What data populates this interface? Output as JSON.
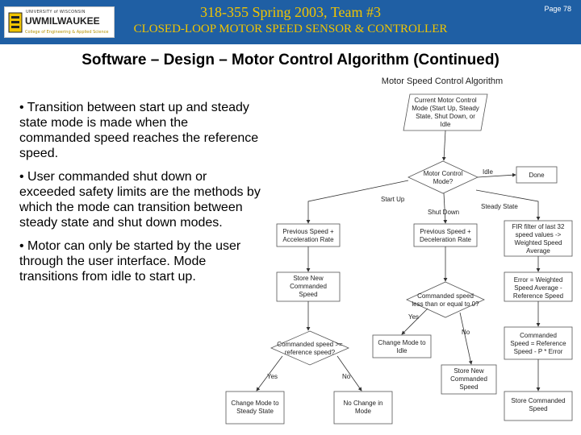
{
  "header": {
    "title": "318-355 Spring 2003, Team #3",
    "subtitle": "CLOSED-LOOP MOTOR SPEED SENSOR & CONTROLLER",
    "page": "Page 78",
    "logo": {
      "top": "UNIVERSITY of WISCONSIN",
      "name": "UWMILWAUKEE",
      "college": "College of Engineering & Applied Science"
    }
  },
  "slide_title": "Software – Design – Motor Control Algorithm (Continued)",
  "bullets": [
    "• Transition between start up and steady state mode is made when the commanded speed reaches the reference speed.",
    "• User commanded shut down or exceeded safety limits are the methods by which the mode can transition between steady state and shut down modes.",
    "• Motor can only be started by the user through the user interface. Mode transitions from idle to start up."
  ],
  "flowchart": {
    "title": "Motor Speed Control Algorithm",
    "nodes": {
      "current_mode": [
        "Current Motor Control",
        "Mode (Start Up, Steady",
        "State, Shut Down, or",
        "Idle"
      ],
      "decision_mode": [
        "Motor Control",
        "Mode?"
      ],
      "done": "Done",
      "prev_plus": [
        "Previous Speed +",
        "Acceleration Rate"
      ],
      "prev_minus": [
        "Previous Speed +",
        "Deceleration Rate"
      ],
      "fir": [
        "FIR filter of last 32",
        "speed values ->",
        "Weighted Speed",
        "Average"
      ],
      "store_left": [
        "Store New",
        "Commanded",
        "Speed"
      ],
      "decision_le": [
        "Commanded speed",
        "less than or equal to 0?"
      ],
      "error": [
        "Error = Weighted",
        "Speed Average -",
        "Reference Speed"
      ],
      "decision_ge": [
        "Commanded speed >=",
        "reference speed?"
      ],
      "change_idle": [
        "Change Mode to",
        "Idle"
      ],
      "commanded_calc": [
        "Commanded",
        "Speed = Reference",
        "Speed - P * Error"
      ],
      "store_mid": [
        "Store New",
        "Commanded",
        "Speed"
      ],
      "change_steady": [
        "Change Mode to",
        "Steady State"
      ],
      "no_change": [
        "No Change in",
        "Mode"
      ],
      "store_right": [
        "Store Commanded",
        "Speed"
      ]
    },
    "labels": {
      "idle": "Idle",
      "start_up": "Start Up",
      "shut_down": "Shut Down",
      "steady_state": "Steady State",
      "yes_le": "Yes",
      "no_le": "No",
      "yes_ge": "Yes",
      "no_ge": "No"
    }
  }
}
